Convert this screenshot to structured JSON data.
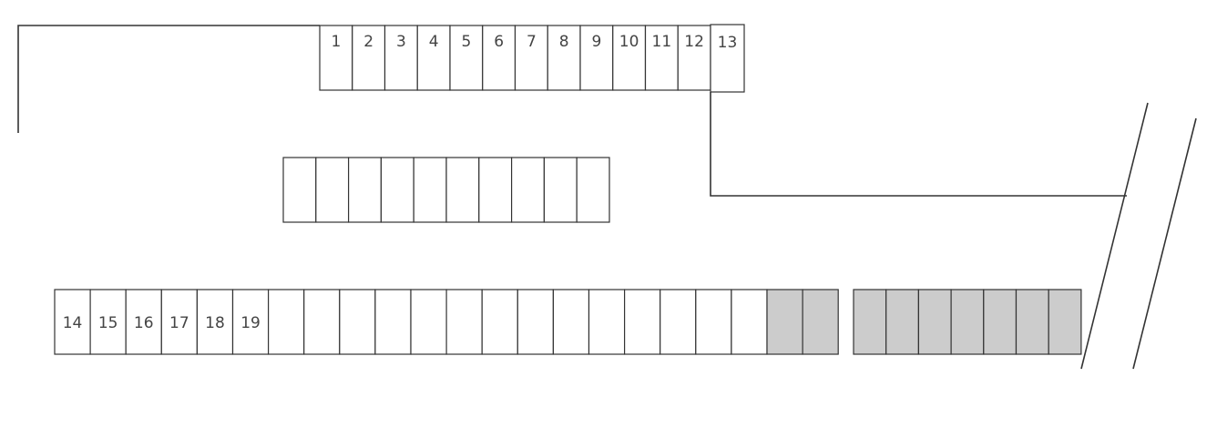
{
  "colors": {
    "line": "#333333",
    "stall_fill": "#ffffff",
    "reserved_fill": "#cccccc",
    "label": "#444444"
  },
  "rows": {
    "top": {
      "labels": [
        "1",
        "2",
        "3",
        "4",
        "5",
        "6",
        "7",
        "8",
        "9",
        "10",
        "11",
        "12"
      ],
      "stall_count": 12
    },
    "stall_13": {
      "label": "13"
    },
    "middle": {
      "stall_count": 10
    },
    "bottom_left": {
      "labels": [
        "14",
        "15",
        "16",
        "17",
        "18",
        "19"
      ],
      "stall_count": 22,
      "reserved_stalls": 2
    },
    "bottom_right": {
      "stall_count": 7,
      "reserved_stalls": 7
    }
  }
}
